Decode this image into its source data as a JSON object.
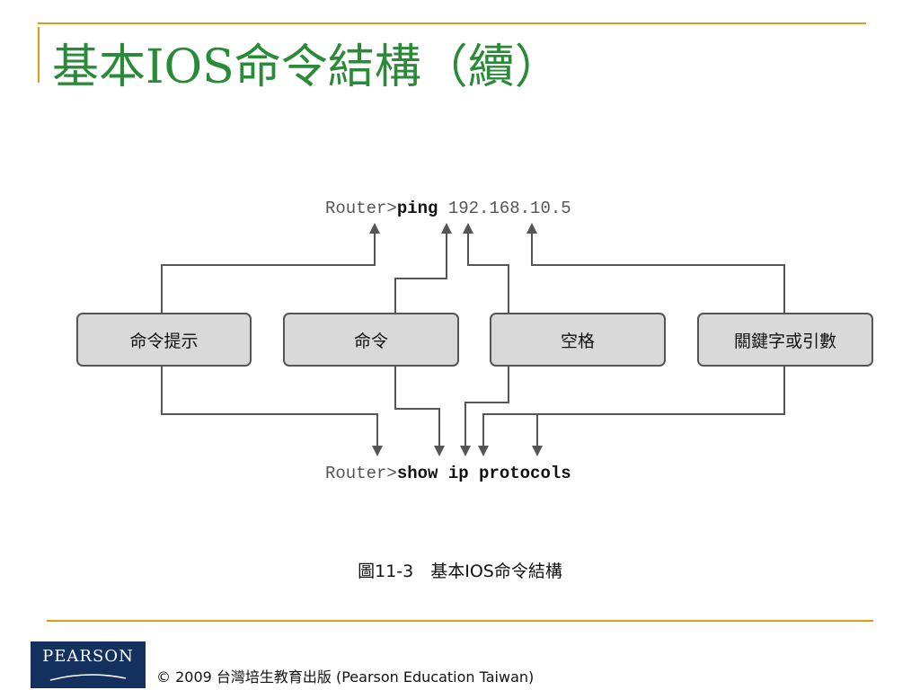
{
  "slide": {
    "title": "基本IOS命令結構（續）"
  },
  "diagram": {
    "top_command": {
      "prompt": "Router>",
      "command": "ping",
      "argument": " 192.168.10.5"
    },
    "bottom_command": {
      "prompt": "Router>",
      "command": "show ip protocols"
    },
    "boxes": [
      {
        "label": "命令提示"
      },
      {
        "label": "命令"
      },
      {
        "label": "空格"
      },
      {
        "label": "關鍵字或引數"
      }
    ],
    "line_color": "#555555",
    "box_fill": "#d9d9d9",
    "caption": "圖11-3　基本IOS命令結構"
  },
  "footer": {
    "logo_text": "PEARSON",
    "copyright": "© 2009 台灣培生教育出版 (Pearson Education Taiwan)"
  },
  "colors": {
    "title": "#2a8a37",
    "accent_line": "#d4a017",
    "logo_bg": "#14305e"
  }
}
